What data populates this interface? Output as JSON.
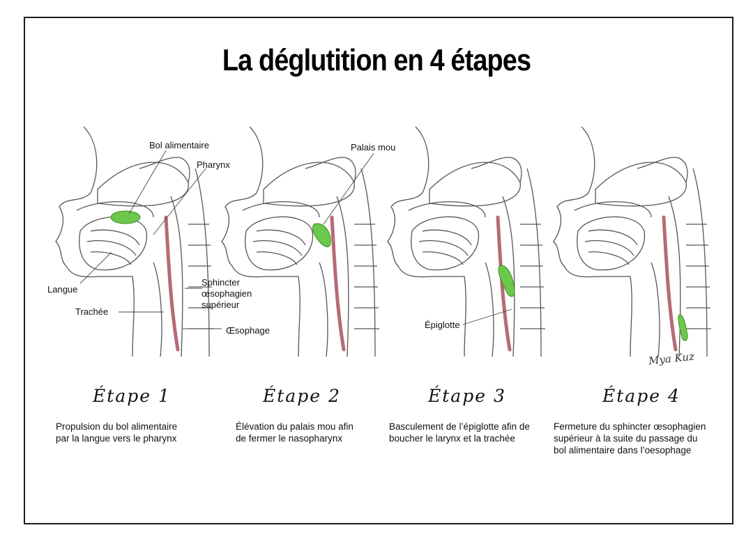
{
  "title": "La déglutition en 4 étapes",
  "labels": {
    "bol": "Bol alimentaire",
    "pharynx": "Pharynx",
    "langue": "Langue",
    "sphincter_1": "Sphincter",
    "sphincter_2": "œsophagien",
    "sphincter_3": "supérieur",
    "trachee": "Trachée",
    "oesophage": "Œsophage",
    "palais": "Palais mou",
    "epiglotte": "Épiglotte"
  },
  "steps": [
    {
      "heading": "Étape 1",
      "line1": "Propulsion du bol alimentaire",
      "line2": "par la langue vers le pharynx",
      "line3": ""
    },
    {
      "heading": "Étape 2",
      "line1": "Élévation du palais mou afin",
      "line2": "de fermer le nasopharynx",
      "line3": ""
    },
    {
      "heading": "Étape 3",
      "line1": "Basculement de l’épiglotte afin de",
      "line2": "boucher le larynx et la trachée",
      "line3": ""
    },
    {
      "heading": "Étape 4",
      "line1": "Fermeture du sphincter œsophagien",
      "line2": "supérieur à la suite du passage du",
      "line3": "bol alimentaire dans l’oesophage"
    }
  ],
  "signature": "Mya Kuz",
  "colors": {
    "bolus": "#6cc84a",
    "oesophagus": "#9b3b48",
    "line": "#555555"
  }
}
